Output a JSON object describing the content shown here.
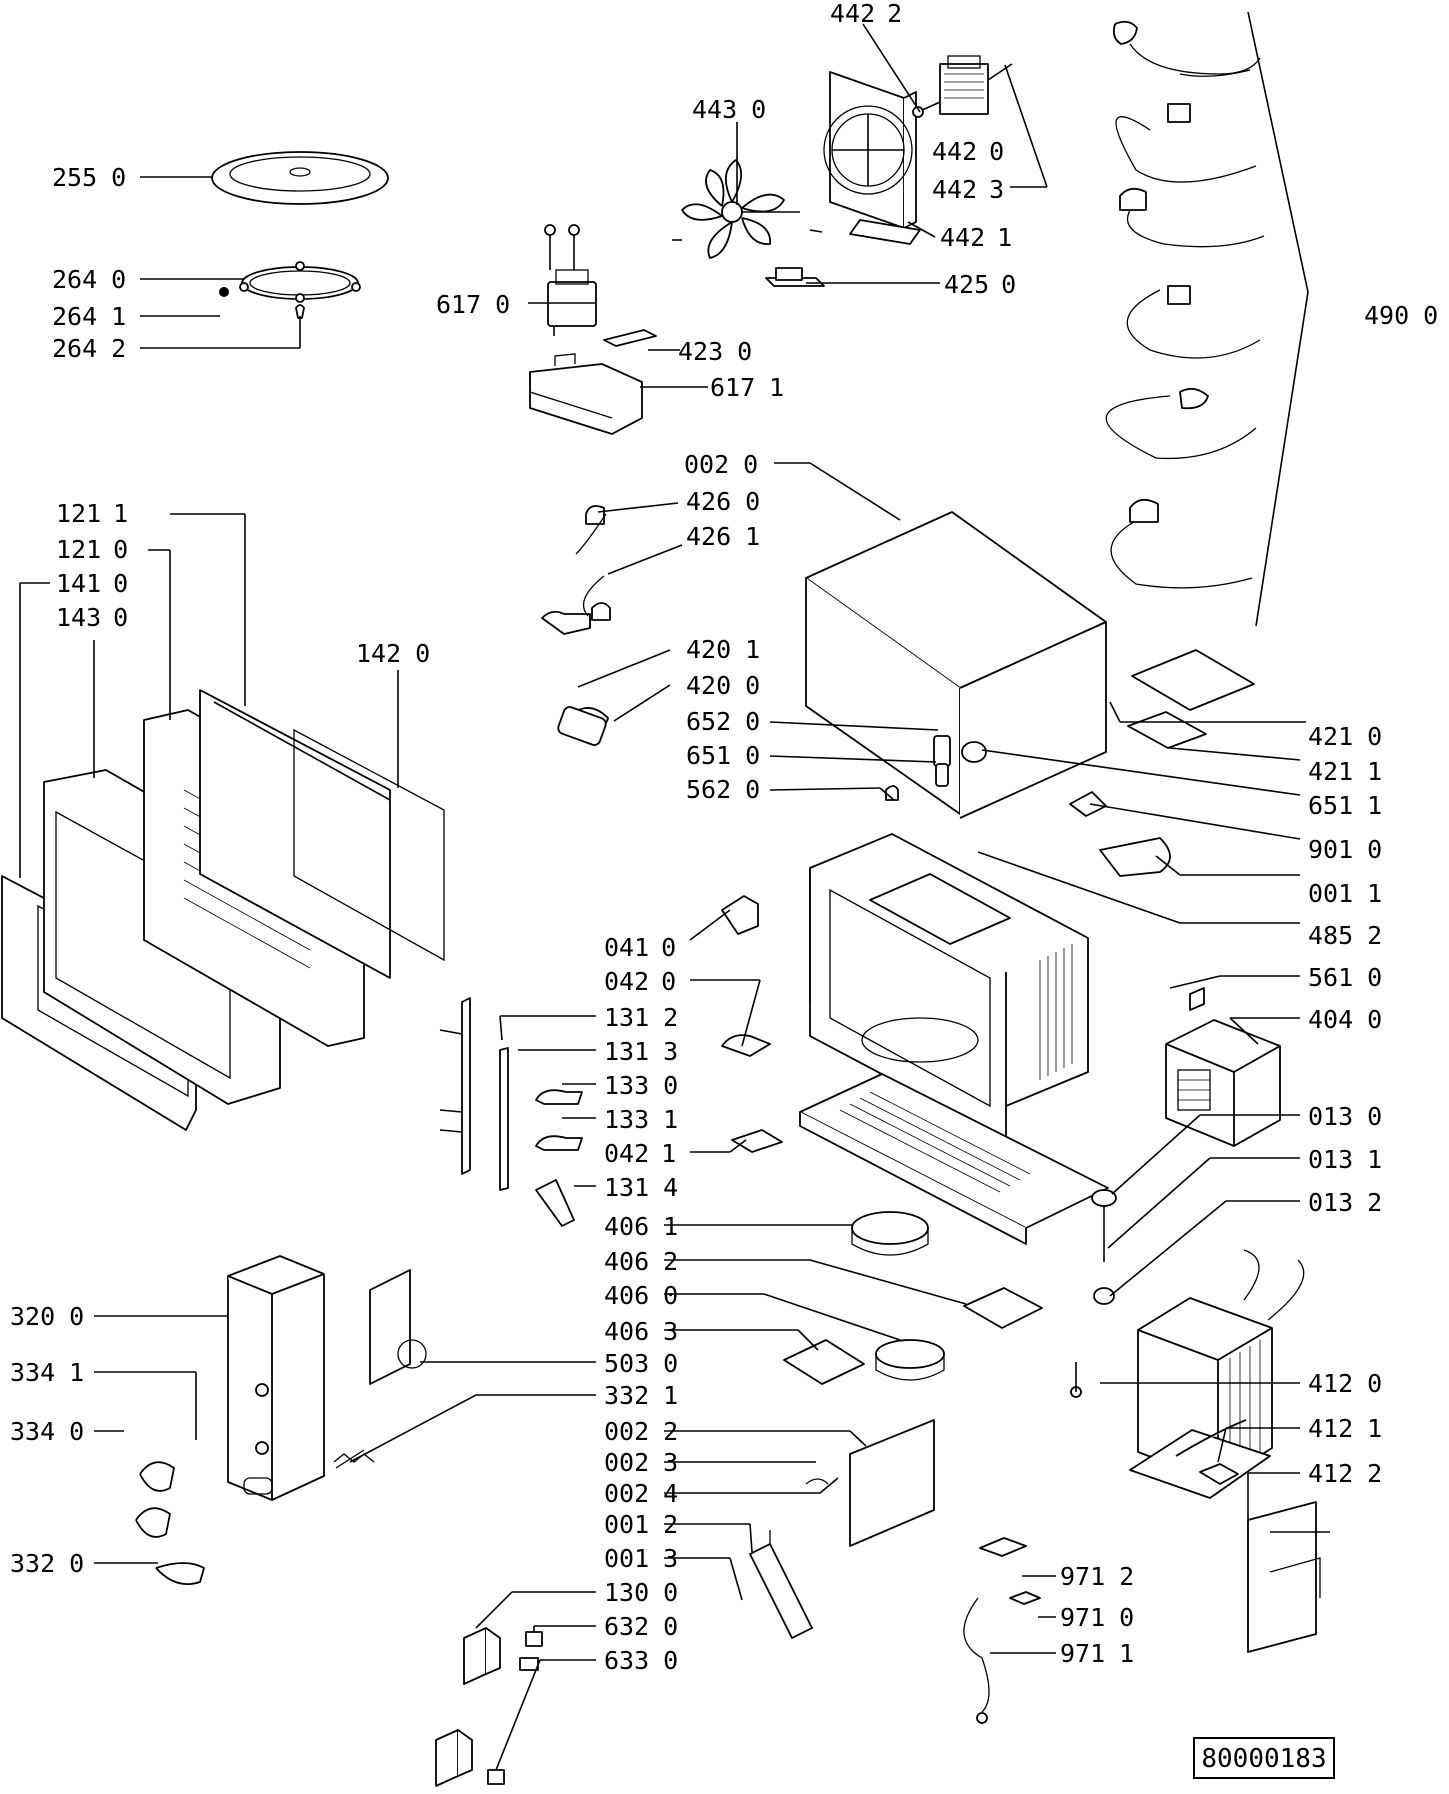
{
  "drawing_number": "80000183",
  "callouts": [
    {
      "id": "442-2",
      "code": "442",
      "variant": "2"
    },
    {
      "id": "443-0",
      "code": "443",
      "variant": "0"
    },
    {
      "id": "442-0",
      "code": "442",
      "variant": "0"
    },
    {
      "id": "442-3",
      "code": "442",
      "variant": "3"
    },
    {
      "id": "442-1",
      "code": "442",
      "variant": "1"
    },
    {
      "id": "425-0",
      "code": "425",
      "variant": "0"
    },
    {
      "id": "255-0",
      "code": "255",
      "variant": "0"
    },
    {
      "id": "264-0",
      "code": "264",
      "variant": "0"
    },
    {
      "id": "264-1",
      "code": "264",
      "variant": "1"
    },
    {
      "id": "264-2",
      "code": "264",
      "variant": "2"
    },
    {
      "id": "617-0",
      "code": "617",
      "variant": "0"
    },
    {
      "id": "423-0",
      "code": "423",
      "variant": "0"
    },
    {
      "id": "617-1",
      "code": "617",
      "variant": "1"
    },
    {
      "id": "490-0",
      "code": "490",
      "variant": "0"
    },
    {
      "id": "002-0",
      "code": "002",
      "variant": "0"
    },
    {
      "id": "426-0",
      "code": "426",
      "variant": "0"
    },
    {
      "id": "426-1",
      "code": "426",
      "variant": "1"
    },
    {
      "id": "121-1",
      "code": "121",
      "variant": "1"
    },
    {
      "id": "121-0",
      "code": "121",
      "variant": "0"
    },
    {
      "id": "141-0",
      "code": "141",
      "variant": "0"
    },
    {
      "id": "143-0",
      "code": "143",
      "variant": "0"
    },
    {
      "id": "142-0",
      "code": "142",
      "variant": "0"
    },
    {
      "id": "420-1",
      "code": "420",
      "variant": "1"
    },
    {
      "id": "420-0",
      "code": "420",
      "variant": "0"
    },
    {
      "id": "652-0",
      "code": "652",
      "variant": "0"
    },
    {
      "id": "651-0",
      "code": "651",
      "variant": "0"
    },
    {
      "id": "562-0",
      "code": "562",
      "variant": "0"
    },
    {
      "id": "421-0",
      "code": "421",
      "variant": "0"
    },
    {
      "id": "421-1",
      "code": "421",
      "variant": "1"
    },
    {
      "id": "651-1",
      "code": "651",
      "variant": "1"
    },
    {
      "id": "901-0",
      "code": "901",
      "variant": "0"
    },
    {
      "id": "001-1",
      "code": "001",
      "variant": "1"
    },
    {
      "id": "485-2",
      "code": "485",
      "variant": "2"
    },
    {
      "id": "041-0",
      "code": "041",
      "variant": "0"
    },
    {
      "id": "042-0",
      "code": "042",
      "variant": "0"
    },
    {
      "id": "131-2",
      "code": "131",
      "variant": "2"
    },
    {
      "id": "131-3",
      "code": "131",
      "variant": "3"
    },
    {
      "id": "133-0",
      "code": "133",
      "variant": "0"
    },
    {
      "id": "133-1",
      "code": "133",
      "variant": "1"
    },
    {
      "id": "042-1",
      "code": "042",
      "variant": "1"
    },
    {
      "id": "131-4",
      "code": "131",
      "variant": "4"
    },
    {
      "id": "561-0",
      "code": "561",
      "variant": "0"
    },
    {
      "id": "404-0",
      "code": "404",
      "variant": "0"
    },
    {
      "id": "013-0",
      "code": "013",
      "variant": "0"
    },
    {
      "id": "013-1",
      "code": "013",
      "variant": "1"
    },
    {
      "id": "013-2",
      "code": "013",
      "variant": "2"
    },
    {
      "id": "406-1",
      "code": "406",
      "variant": "1"
    },
    {
      "id": "406-2",
      "code": "406",
      "variant": "2"
    },
    {
      "id": "406-0",
      "code": "406",
      "variant": "0"
    },
    {
      "id": "406-3",
      "code": "406",
      "variant": "3"
    },
    {
      "id": "320-0",
      "code": "320",
      "variant": "0"
    },
    {
      "id": "334-1",
      "code": "334",
      "variant": "1"
    },
    {
      "id": "334-0",
      "code": "334",
      "variant": "0"
    },
    {
      "id": "332-0",
      "code": "332",
      "variant": "0"
    },
    {
      "id": "503-0",
      "code": "503",
      "variant": "0"
    },
    {
      "id": "332-1",
      "code": "332",
      "variant": "1"
    },
    {
      "id": "002-2",
      "code": "002",
      "variant": "2"
    },
    {
      "id": "002-3",
      "code": "002",
      "variant": "3"
    },
    {
      "id": "002-4",
      "code": "002",
      "variant": "4"
    },
    {
      "id": "001-2",
      "code": "001",
      "variant": "2"
    },
    {
      "id": "001-3",
      "code": "001",
      "variant": "3"
    },
    {
      "id": "130-0",
      "code": "130",
      "variant": "0"
    },
    {
      "id": "632-0",
      "code": "632",
      "variant": "0"
    },
    {
      "id": "633-0",
      "code": "633",
      "variant": "0"
    },
    {
      "id": "412-0",
      "code": "412",
      "variant": "0"
    },
    {
      "id": "412-1",
      "code": "412",
      "variant": "1"
    },
    {
      "id": "412-2",
      "code": "412",
      "variant": "2"
    },
    {
      "id": "971-2",
      "code": "971",
      "variant": "2"
    },
    {
      "id": "971-0",
      "code": "971",
      "variant": "0"
    },
    {
      "id": "971-1",
      "code": "971",
      "variant": "1"
    }
  ]
}
